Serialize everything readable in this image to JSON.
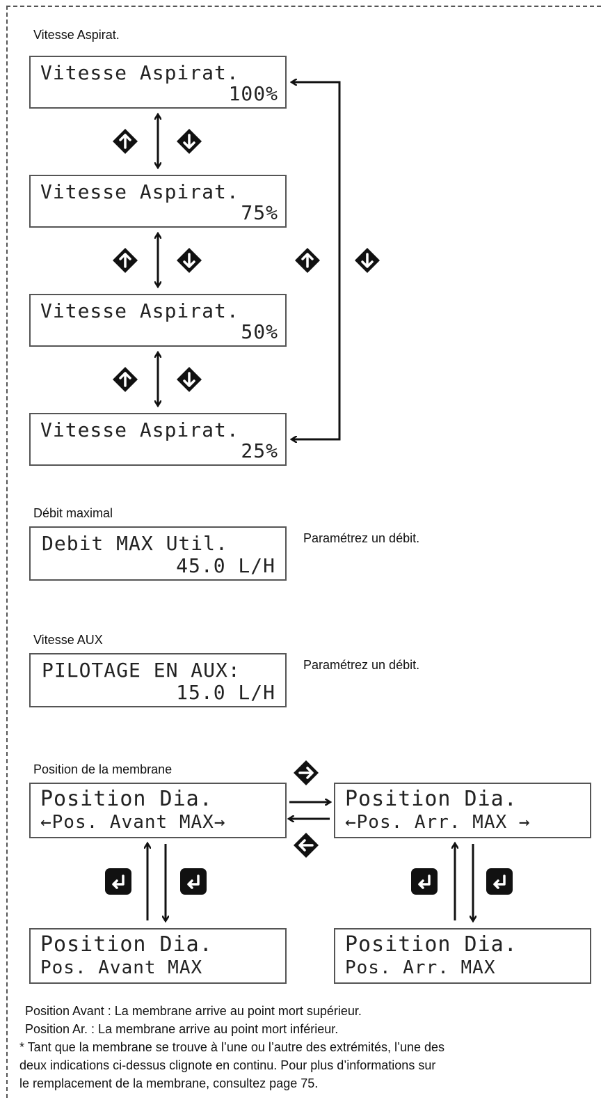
{
  "speed_section": {
    "title": "Vitesse Aspirat.",
    "screens": [
      {
        "line1": "Vitesse Aspirat.",
        "line2": "100%"
      },
      {
        "line1": "Vitesse Aspirat.",
        "line2": "75%"
      },
      {
        "line1": "Vitesse Aspirat.",
        "line2": "50%"
      },
      {
        "line1": "Vitesse Aspirat.",
        "line2": "25%"
      }
    ]
  },
  "max_flow_section": {
    "title": "Débit maximal",
    "line1": "Debit MAX Util.",
    "value": "45.0",
    "unit": "L/H",
    "instruction": "Paramétrez un débit."
  },
  "aux_section": {
    "title": "Vitesse AUX",
    "line1": "PILOTAGE EN AUX:",
    "value": "15.0",
    "unit": "L/H",
    "instruction": "Paramétrez un débit."
  },
  "membrane_section": {
    "title": "Position de la membrane",
    "screen_front": {
      "line1": "Position Dia.",
      "line2": "←Pos. Avant MAX→"
    },
    "screen_rear": {
      "line1": "Position Dia.",
      "line2": "←Pos. Arr. MAX →"
    },
    "screen_front_confirmed": {
      "line1": "Position Dia.",
      "line2": "Pos. Avant MAX"
    },
    "screen_rear_confirmed": {
      "line1": "Position Dia.",
      "line2": "Pos. Arr. MAX"
    }
  },
  "notes": [
    "Position Avant : La membrane arrive au point mort supérieur.",
    "Position Ar. : La membrane arrive au point mort inférieur.",
    "* Tant que la membrane se trouve à l’une ou l’autre des extrémités, l’une des",
    "   deux indications ci-dessus clignote en continu. Pour plus d’informations sur",
    "   le remplacement de la membrane, consultez page 75."
  ],
  "icons": {
    "up": "up-arrow-key-icon",
    "down": "down-arrow-key-icon",
    "right": "right-arrow-key-icon",
    "left": "left-arrow-key-icon",
    "enter": "enter-key-icon"
  },
  "colors": {
    "frame": "#555555",
    "key": "#111111",
    "text": "#111111"
  }
}
